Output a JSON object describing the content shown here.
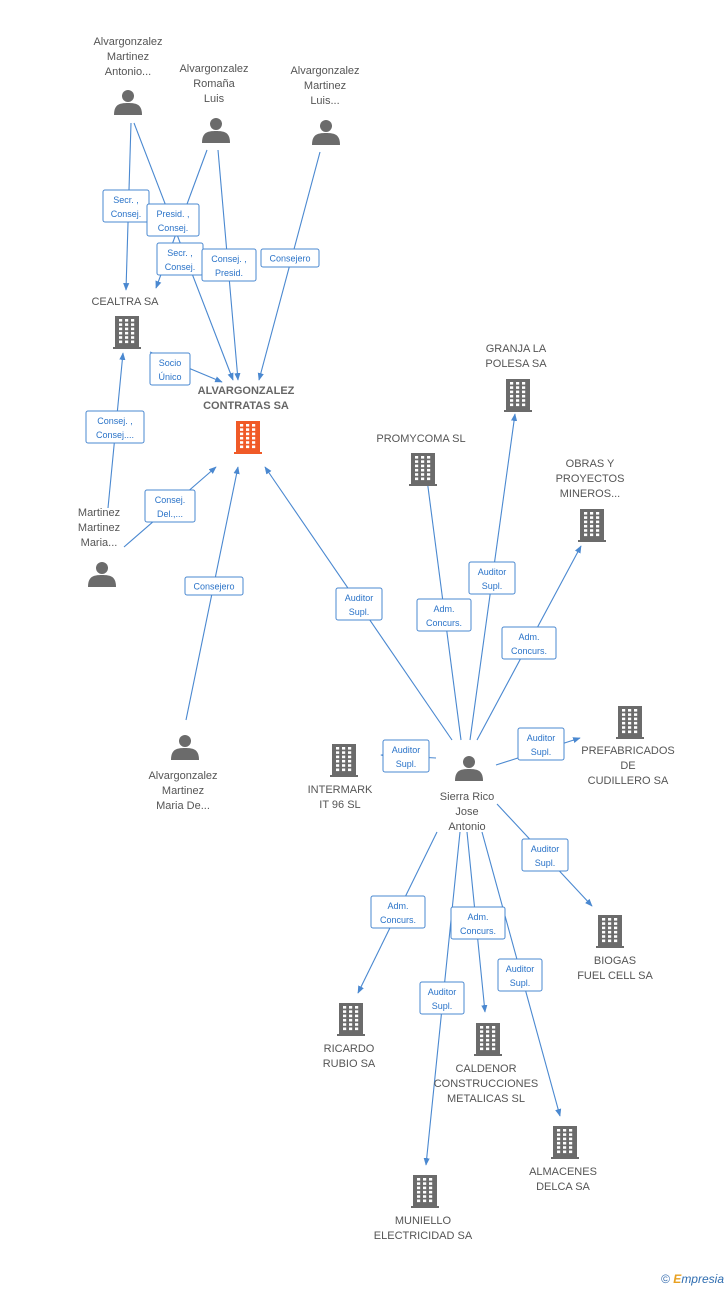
{
  "colors": {
    "person": "#6b6b6b",
    "company": "#6b6b6b",
    "focus_company": "#f05a28",
    "edge": "#4a88d0",
    "edge_text": "#2a73c8"
  },
  "nodes": [
    {
      "id": "p_antonio",
      "type": "person",
      "lines": [
        "Alvargonzalez",
        "Martinez",
        "Antonio..."
      ]
    },
    {
      "id": "p_romana",
      "type": "person",
      "lines": [
        "Alvargonzalez",
        "Romaña",
        "Luis"
      ]
    },
    {
      "id": "p_luis",
      "type": "person",
      "lines": [
        "Alvargonzalez",
        "Martinez",
        "Luis..."
      ]
    },
    {
      "id": "c_cealtra",
      "type": "company",
      "lines": [
        "CEALTRA SA"
      ]
    },
    {
      "id": "c_contratas",
      "type": "company",
      "focus": true,
      "lines": [
        "ALVARGONZALEZ",
        "CONTRATAS SA"
      ]
    },
    {
      "id": "p_maria",
      "type": "person",
      "lines": [
        "Martinez",
        "Martinez",
        "Maria..."
      ]
    },
    {
      "id": "p_mariade",
      "type": "person",
      "lines": [
        "Alvargonzalez",
        "Martinez",
        "Maria De..."
      ]
    },
    {
      "id": "c_granja",
      "type": "company",
      "lines": [
        "GRANJA LA",
        "POLESA SA"
      ]
    },
    {
      "id": "c_promycoma",
      "type": "company",
      "lines": [
        "PROMYCOMA SL"
      ]
    },
    {
      "id": "c_obras",
      "type": "company",
      "lines": [
        "OBRAS Y",
        "PROYECTOS",
        "MINEROS..."
      ]
    },
    {
      "id": "c_prefabricados",
      "type": "company",
      "lines": [
        "PREFABRICADOS",
        "DE",
        "CUDILLERO SA"
      ]
    },
    {
      "id": "c_intermark",
      "type": "company",
      "lines": [
        "INTERMARK",
        "IT 96  SL"
      ]
    },
    {
      "id": "p_sierra",
      "type": "person",
      "lines": [
        "Sierra Rico",
        "Jose",
        "Antonio"
      ]
    },
    {
      "id": "c_biogas",
      "type": "company",
      "lines": [
        "BIOGAS",
        "FUEL CELL SA"
      ]
    },
    {
      "id": "c_ricardo",
      "type": "company",
      "lines": [
        "RICARDO",
        "RUBIO SA"
      ]
    },
    {
      "id": "c_caldenor",
      "type": "company",
      "lines": [
        "CALDENOR",
        "CONSTRUCCIONES",
        "METALICAS  SL"
      ]
    },
    {
      "id": "c_almacenes",
      "type": "company",
      "lines": [
        "ALMACENES",
        "DELCA SA"
      ]
    },
    {
      "id": "c_muniello",
      "type": "company",
      "lines": [
        "MUNIELLO",
        "ELECTRICIDAD SA"
      ]
    }
  ],
  "edges": [
    {
      "from": "p_antonio",
      "to": "c_cealtra",
      "lines": [
        "Secr. ,",
        "Consej."
      ]
    },
    {
      "from": "p_antonio",
      "to": "c_contratas",
      "lines": [
        "Secr. ,",
        "Consej."
      ]
    },
    {
      "from": "p_romana",
      "to": "c_cealtra",
      "lines": [
        "Presid. ,",
        "Consej."
      ]
    },
    {
      "from": "p_romana",
      "to": "c_contratas",
      "lines": [
        "Consej. ,",
        "Presid."
      ]
    },
    {
      "from": "p_luis",
      "to": "c_contratas",
      "lines": [
        "Consejero"
      ]
    },
    {
      "from": "c_cealtra",
      "to": "c_contratas",
      "lines": [
        "Socio",
        "Único"
      ]
    },
    {
      "from": "p_maria",
      "to": "c_cealtra",
      "lines": [
        "Consej. ,",
        "Consej...."
      ]
    },
    {
      "from": "p_maria",
      "to": "c_contratas",
      "lines": [
        "Consej.",
        "Del.,..."
      ]
    },
    {
      "from": "p_mariade",
      "to": "c_contratas",
      "lines": [
        "Consejero"
      ]
    },
    {
      "from": "p_sierra",
      "to": "c_contratas",
      "lines": [
        "Auditor",
        "Supl."
      ]
    },
    {
      "from": "p_sierra",
      "to": "c_promycoma",
      "lines": [
        "Adm.",
        "Concurs."
      ]
    },
    {
      "from": "p_sierra",
      "to": "c_granja",
      "lines": [
        "Auditor",
        "Supl."
      ]
    },
    {
      "from": "p_sierra",
      "to": "c_obras",
      "lines": [
        "Adm.",
        "Concurs."
      ]
    },
    {
      "from": "p_sierra",
      "to": "c_prefabricados",
      "lines": [
        "Auditor",
        "Supl."
      ]
    },
    {
      "from": "p_sierra",
      "to": "c_intermark",
      "lines": [
        "Auditor",
        "Supl."
      ]
    },
    {
      "from": "p_sierra",
      "to": "c_biogas",
      "lines": [
        "Auditor",
        "Supl."
      ]
    },
    {
      "from": "p_sierra",
      "to": "c_ricardo",
      "lines": [
        "Adm.",
        "Concurs."
      ]
    },
    {
      "from": "p_sierra",
      "to": "c_caldenor",
      "lines": [
        "Adm.",
        "Concurs."
      ]
    },
    {
      "from": "p_sierra",
      "to": "c_almacenes",
      "lines": [
        "Auditor",
        "Supl."
      ]
    },
    {
      "from": "p_sierra",
      "to": "c_muniello",
      "lines": [
        "Auditor",
        "Supl."
      ]
    }
  ],
  "footer": {
    "copyright": "©",
    "brand_first": "E",
    "brand_rest": "mpresia"
  }
}
